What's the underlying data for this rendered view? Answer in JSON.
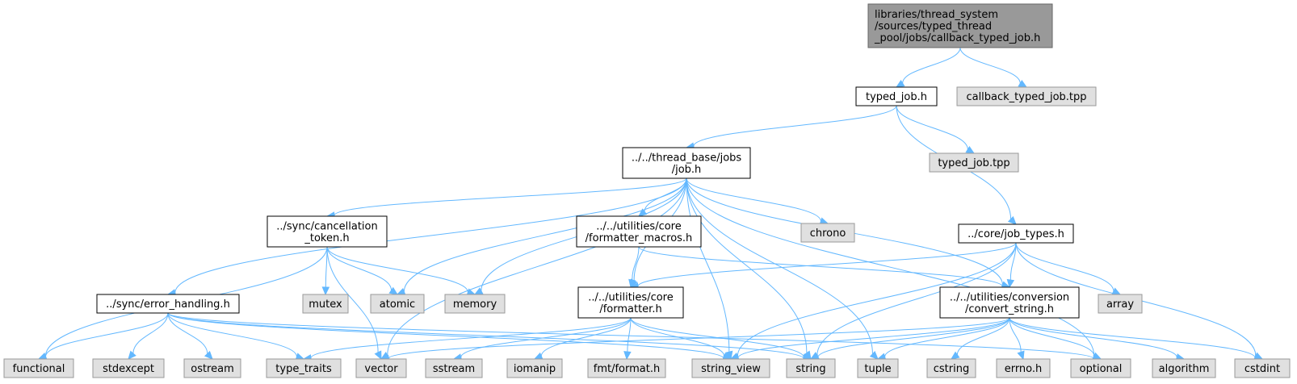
{
  "colors": {
    "edge": "#63b8ff",
    "root_fill": "#999999",
    "root_stroke": "#666666",
    "header_fill": "#ffffff",
    "header_stroke": "#000000",
    "system_fill": "#e0e0e0",
    "system_stroke": "#999999"
  },
  "nodes": {
    "root": {
      "lines": [
        "libraries/thread_system",
        "/sources/typed_thread",
        "_pool/jobs/callback_typed_job.h"
      ],
      "kind": "root"
    },
    "typed_job": {
      "lines": [
        "typed_job.h"
      ],
      "kind": "header"
    },
    "cb_tpp": {
      "lines": [
        "callback_typed_job.tpp"
      ],
      "kind": "system"
    },
    "job_h": {
      "lines": [
        "../../thread_base/jobs",
        "/job.h"
      ],
      "kind": "header"
    },
    "typed_tpp": {
      "lines": [
        "typed_job.tpp"
      ],
      "kind": "system"
    },
    "cancel": {
      "lines": [
        "../sync/cancellation",
        "_token.h"
      ],
      "kind": "header"
    },
    "fmt_macros": {
      "lines": [
        "../../utilities/core",
        "/formatter_macros.h"
      ],
      "kind": "header"
    },
    "chrono": {
      "lines": [
        "chrono"
      ],
      "kind": "system"
    },
    "job_types": {
      "lines": [
        "../core/job_types.h"
      ],
      "kind": "header"
    },
    "err": {
      "lines": [
        "../sync/error_handling.h"
      ],
      "kind": "header"
    },
    "mutex": {
      "lines": [
        "mutex"
      ],
      "kind": "system"
    },
    "atomic": {
      "lines": [
        "atomic"
      ],
      "kind": "system"
    },
    "memory": {
      "lines": [
        "memory"
      ],
      "kind": "system"
    },
    "formatter": {
      "lines": [
        "../../utilities/core",
        "/formatter.h"
      ],
      "kind": "header"
    },
    "convert": {
      "lines": [
        "../../utilities/conversion",
        "/convert_string.h"
      ],
      "kind": "header"
    },
    "array": {
      "lines": [
        "array"
      ],
      "kind": "system"
    },
    "functional": {
      "lines": [
        "functional"
      ],
      "kind": "system"
    },
    "stdexcept": {
      "lines": [
        "stdexcept"
      ],
      "kind": "system"
    },
    "ostream": {
      "lines": [
        "ostream"
      ],
      "kind": "system"
    },
    "type_traits": {
      "lines": [
        "type_traits"
      ],
      "kind": "system"
    },
    "vector": {
      "lines": [
        "vector"
      ],
      "kind": "system"
    },
    "sstream": {
      "lines": [
        "sstream"
      ],
      "kind": "system"
    },
    "iomanip": {
      "lines": [
        "iomanip"
      ],
      "kind": "system"
    },
    "fmt_format": {
      "lines": [
        "fmt/format.h"
      ],
      "kind": "system"
    },
    "string_view": {
      "lines": [
        "string_view"
      ],
      "kind": "system"
    },
    "string": {
      "lines": [
        "string"
      ],
      "kind": "system"
    },
    "tuple": {
      "lines": [
        "tuple"
      ],
      "kind": "system"
    },
    "cstring": {
      "lines": [
        "cstring"
      ],
      "kind": "system"
    },
    "errno": {
      "lines": [
        "errno.h"
      ],
      "kind": "system"
    },
    "optional": {
      "lines": [
        "optional"
      ],
      "kind": "system"
    },
    "algorithm": {
      "lines": [
        "algorithm"
      ],
      "kind": "system"
    },
    "cstdint": {
      "lines": [
        "cstdint"
      ],
      "kind": "system"
    }
  },
  "edges": [
    [
      "root",
      "typed_job"
    ],
    [
      "root",
      "cb_tpp"
    ],
    [
      "typed_job",
      "job_h"
    ],
    [
      "typed_job",
      "typed_tpp"
    ],
    [
      "typed_job",
      "job_types"
    ],
    [
      "job_h",
      "err"
    ],
    [
      "job_h",
      "cancel"
    ],
    [
      "job_h",
      "atomic"
    ],
    [
      "job_h",
      "memory"
    ],
    [
      "job_h",
      "vector"
    ],
    [
      "job_h",
      "formatter"
    ],
    [
      "job_h",
      "fmt_macros"
    ],
    [
      "job_h",
      "string_view"
    ],
    [
      "job_h",
      "string"
    ],
    [
      "job_h",
      "chrono"
    ],
    [
      "job_h",
      "tuple"
    ],
    [
      "job_h",
      "convert"
    ],
    [
      "job_h",
      "optional"
    ],
    [
      "cancel",
      "functional"
    ],
    [
      "cancel",
      "vector"
    ],
    [
      "cancel",
      "mutex"
    ],
    [
      "cancel",
      "atomic"
    ],
    [
      "cancel",
      "memory"
    ],
    [
      "fmt_macros",
      "formatter"
    ],
    [
      "fmt_macros",
      "convert"
    ],
    [
      "job_types",
      "formatter"
    ],
    [
      "job_types",
      "string_view"
    ],
    [
      "job_types",
      "string"
    ],
    [
      "job_types",
      "convert"
    ],
    [
      "job_types",
      "array"
    ],
    [
      "job_types",
      "cstdint"
    ],
    [
      "err",
      "functional"
    ],
    [
      "err",
      "stdexcept"
    ],
    [
      "err",
      "ostream"
    ],
    [
      "err",
      "type_traits"
    ],
    [
      "err",
      "string_view"
    ],
    [
      "err",
      "string"
    ],
    [
      "err",
      "optional"
    ],
    [
      "formatter",
      "type_traits"
    ],
    [
      "formatter",
      "sstream"
    ],
    [
      "formatter",
      "iomanip"
    ],
    [
      "formatter",
      "fmt_format"
    ],
    [
      "formatter",
      "string_view"
    ],
    [
      "formatter",
      "string"
    ],
    [
      "convert",
      "vector"
    ],
    [
      "convert",
      "string_view"
    ],
    [
      "convert",
      "string"
    ],
    [
      "convert",
      "tuple"
    ],
    [
      "convert",
      "cstring"
    ],
    [
      "convert",
      "errno"
    ],
    [
      "convert",
      "optional"
    ],
    [
      "convert",
      "algorithm"
    ],
    [
      "convert",
      "cstdint"
    ]
  ]
}
